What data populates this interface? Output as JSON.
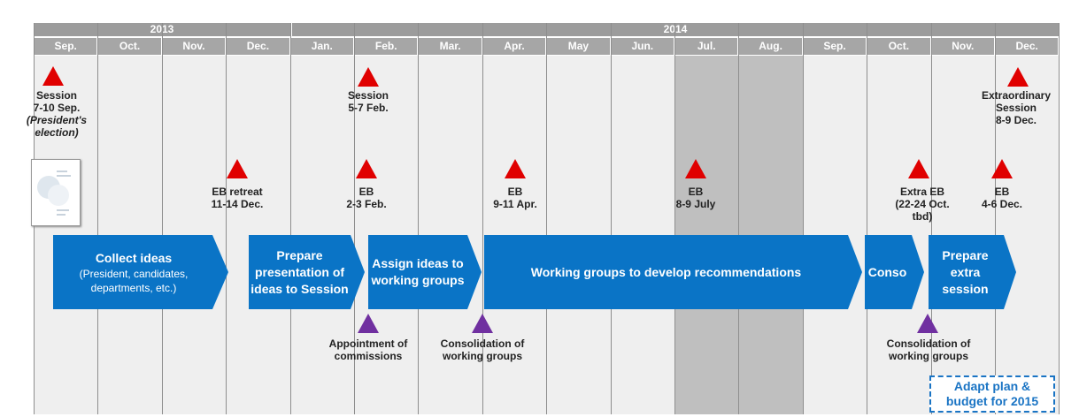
{
  "years": [
    {
      "id": "y2013",
      "label": "2013"
    },
    {
      "id": "y2014",
      "label": "2014"
    }
  ],
  "months": [
    "Sep.",
    "Oct.",
    "Nov.",
    "Dec.",
    "Jan.",
    "Feb.",
    "Mar.",
    "Apr.",
    "May",
    "Jun.",
    "Jul.",
    "Aug.",
    "Sep.",
    "Oct.",
    "Nov.",
    "Dec."
  ],
  "colors": {
    "column_light": "#efefef",
    "column_dark": "#bfbfbf",
    "header": "#a6a6a6",
    "phase": "#0a74c6",
    "marker_red": "#e00000",
    "marker_purple": "#7030a0",
    "dashed_box": "#1a74c4"
  },
  "shaded_months": [
    "Jul.",
    "Aug."
  ],
  "events": {
    "session_sep": {
      "line1": "Session",
      "line2": "7-10 Sep.",
      "line3": "(President's",
      "line4": "election)"
    },
    "eb_retreat": {
      "line1": "EB retreat",
      "line2": "11-14 Dec."
    },
    "session_feb": {
      "line1": "Session",
      "line2": "5-7 Feb."
    },
    "eb_feb": {
      "line1": "EB",
      "line2": "2-3 Feb."
    },
    "eb_apr": {
      "line1": "EB",
      "line2": "9-11 Apr."
    },
    "eb_july": {
      "line1": "EB",
      "line2": "8-9 July"
    },
    "extra_eb": {
      "line1": "Extra EB",
      "line2": "(22-24 Oct.",
      "line3": "tbd)"
    },
    "eb_dec": {
      "line1": "EB",
      "line2": "4-6 Dec."
    },
    "extraordinary": {
      "line1": "Extraordinary",
      "line2": "Session",
      "line3": "8-9 Dec."
    }
  },
  "milestones": {
    "appointment": {
      "line1": "Appointment of",
      "line2": "commissions"
    },
    "consolidation_1": {
      "line1": "Consolidation of",
      "line2": "working groups"
    },
    "consolidation_2": {
      "line1": "Consolidation of",
      "line2": "working groups"
    }
  },
  "phases": {
    "collect": {
      "line1": "Collect ideas",
      "line2": "(President, candidates,",
      "line3": "departments, etc.)"
    },
    "prepare_pres": {
      "line1": "Prepare",
      "line2": "presentation",
      "line3": "of ideas to",
      "line4": "Session"
    },
    "assign": {
      "line1": "Assign ideas",
      "line2": "to working",
      "line3": "groups"
    },
    "working": {
      "line1": "Working groups to develop recommendations"
    },
    "conso": {
      "line1": "Conso"
    },
    "prepare_extra": {
      "line1": "Prepare",
      "line2": "extra",
      "line3": "session"
    }
  },
  "adapt_box": {
    "line1": "Adapt plan &",
    "line2": "budget for 2015"
  },
  "thumbnail": {
    "icon": "document-thumbnail-icon"
  }
}
